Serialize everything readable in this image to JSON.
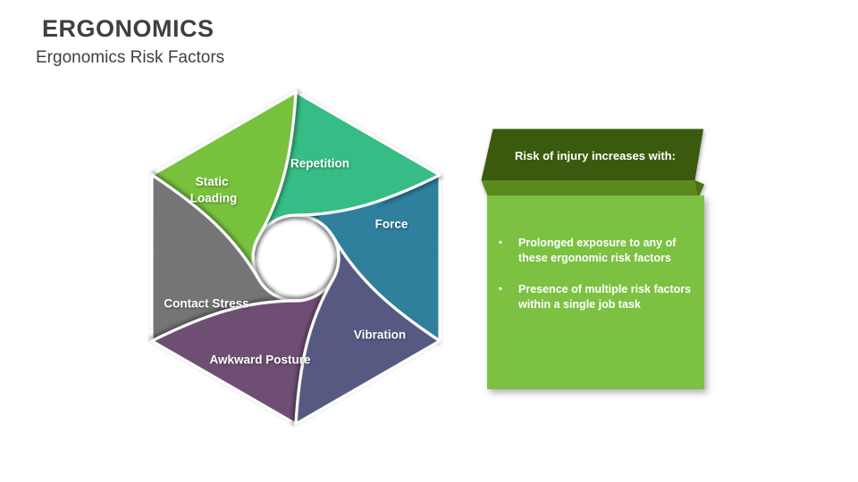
{
  "slide": {
    "title": "ERGONOMICS",
    "subtitle": "Ergonomics Risk Factors",
    "title_color": "#3F3F3F",
    "subtitle_color": "#404040",
    "background": "#FFFFFF"
  },
  "diagram": {
    "type": "aperture-pinwheel-hexagon",
    "segments": [
      {
        "label": "Repetition",
        "color": "#34BD85"
      },
      {
        "label": "Force",
        "color": "#2F809D"
      },
      {
        "label": "Vibration",
        "color": "#575A82"
      },
      {
        "label": "Awkward Posture",
        "color": "#6E4F73"
      },
      {
        "label": "Contact Stress",
        "color": "#757575"
      },
      {
        "label": "Static Loading",
        "color": "#77C13C",
        "lines": [
          "Static",
          "Loading"
        ]
      }
    ]
  },
  "panel": {
    "header": "Risk of injury increases with:",
    "header_color": "#3A5B0E",
    "fold_color": "#5C8A1E",
    "fold_dark_color": "#4A7015",
    "body_color": "#7CC142",
    "text_color": "#FFFFFF",
    "bullet_glyph": "•",
    "bullets": [
      {
        "lines": [
          "Prolonged exposure to any of",
          "these ergonomic risk factors"
        ]
      },
      {
        "lines": [
          "Presence of multiple risk factors",
          "within a single job task"
        ]
      }
    ]
  }
}
